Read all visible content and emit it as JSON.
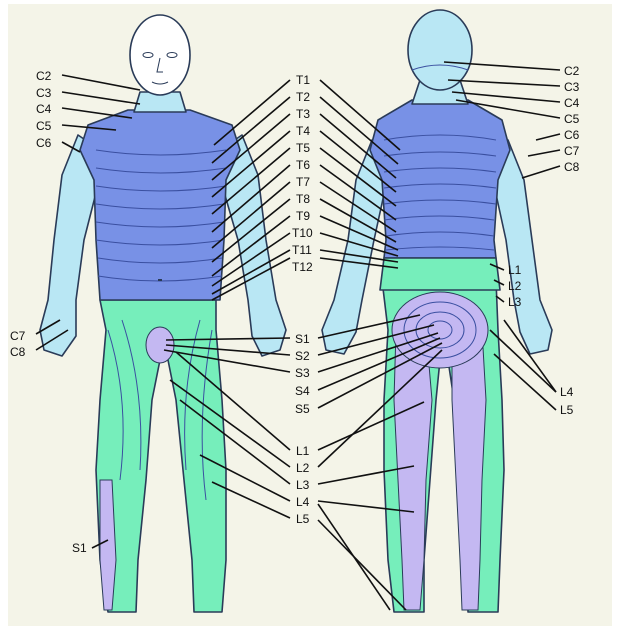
{
  "colors": {
    "background": "#f4f4e8",
    "cervical": "#b9e7f4",
    "thoracic": "#7891e6",
    "lumbar": "#76eebb",
    "sacral": "#c4b8f2",
    "outline": "#2a3b58"
  },
  "labels": {
    "front_left": {
      "c2": "C2",
      "c3": "C3",
      "c4": "C4",
      "c5": "C5",
      "c6": "C6",
      "c7": "C7",
      "c8": "C8",
      "s1": "S1"
    },
    "center_thoracic": [
      "T1",
      "T2",
      "T3",
      "T4",
      "T5",
      "T6",
      "T7",
      "T8",
      "T9",
      "T10",
      "T11",
      "T12"
    ],
    "center_lower": [
      "S1",
      "S2",
      "S3",
      "S4",
      "S5",
      "L1",
      "L2",
      "L3",
      "L4",
      "L5"
    ],
    "back_right_upper": [
      "C2",
      "C3",
      "C4",
      "C5",
      "C6",
      "C7",
      "C8"
    ],
    "back_right_lumbar": [
      "L1",
      "L2",
      "L3"
    ],
    "back_right_lower": [
      "L4",
      "L5"
    ]
  }
}
